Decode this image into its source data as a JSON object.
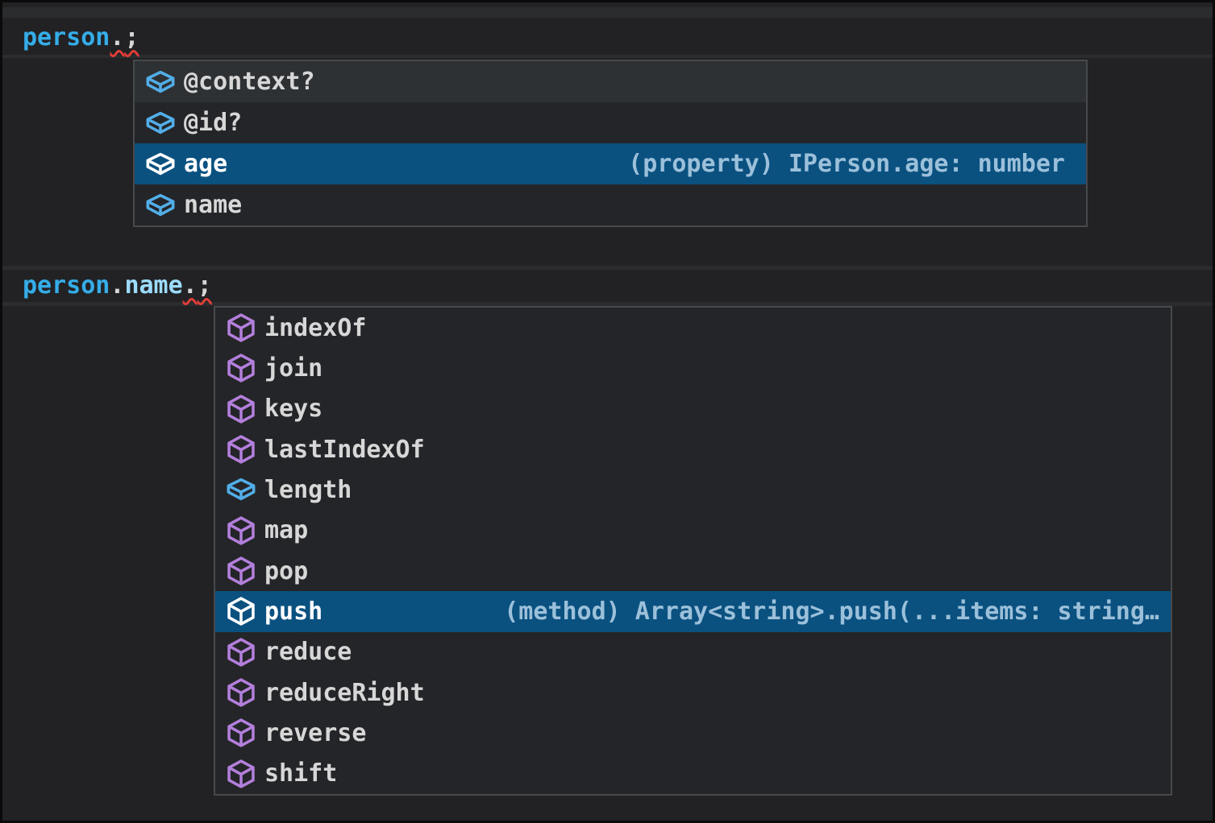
{
  "colors": {
    "selection-bg": "#0a5180",
    "hover-bg": "#2d3134",
    "row-bg": "#242528",
    "label": "#d7d7d7",
    "detail": "#9cc0da",
    "field-icon": "#52aee8",
    "method-icon": "#b37fdc",
    "squiggle": "#e23d38",
    "variable-blue": "#35ade9",
    "property-blue": "#9cdcfe"
  },
  "editor": {
    "line1": {
      "tokens": [
        {
          "text": "person",
          "color": "#35ade9"
        },
        {
          "text": ".",
          "color": "#d6d6d6",
          "squiggle": true
        },
        {
          "text": ";",
          "color": "#d6d6d6",
          "squiggle": true
        }
      ]
    },
    "line2": {
      "tokens": [
        {
          "text": "person",
          "color": "#35ade9"
        },
        {
          "text": ".",
          "color": "#d6d6d6"
        },
        {
          "text": "name",
          "color": "#9cdcfe"
        },
        {
          "text": ".",
          "color": "#d6d6d6",
          "squiggle": true
        },
        {
          "text": ";",
          "color": "#d6d6d6",
          "squiggle": true
        }
      ]
    }
  },
  "suggest1": {
    "items": [
      {
        "label": "@context?",
        "kind": "field",
        "hover": true
      },
      {
        "label": "@id?",
        "kind": "field"
      },
      {
        "label": "age",
        "kind": "field",
        "selected": true,
        "detail": "(property) IPerson.age: number"
      },
      {
        "label": "name",
        "kind": "field"
      }
    ]
  },
  "suggest2": {
    "items": [
      {
        "label": "indexOf",
        "kind": "method"
      },
      {
        "label": "join",
        "kind": "method"
      },
      {
        "label": "keys",
        "kind": "method"
      },
      {
        "label": "lastIndexOf",
        "kind": "method"
      },
      {
        "label": "length",
        "kind": "field"
      },
      {
        "label": "map",
        "kind": "method"
      },
      {
        "label": "pop",
        "kind": "method"
      },
      {
        "label": "push",
        "kind": "method",
        "selected": true,
        "detail": "(method) Array<string>.push(...items: string…"
      },
      {
        "label": "reduce",
        "kind": "method"
      },
      {
        "label": "reduceRight",
        "kind": "method"
      },
      {
        "label": "reverse",
        "kind": "method"
      },
      {
        "label": "shift",
        "kind": "method"
      }
    ]
  }
}
